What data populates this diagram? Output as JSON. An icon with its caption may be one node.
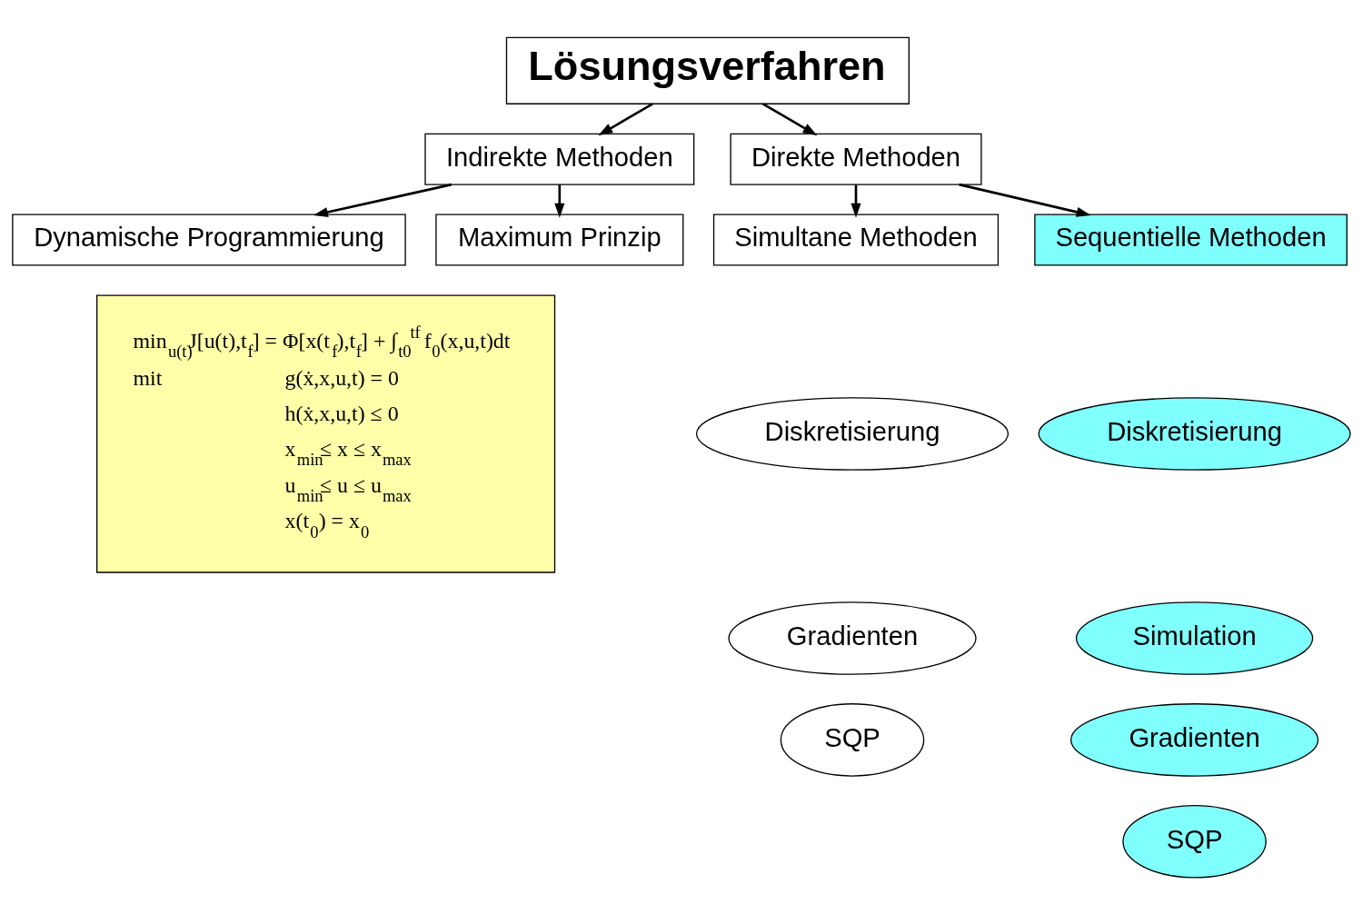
{
  "diagram": {
    "nodes": [
      {
        "text": [
          "Lösungsverfahren"
        ]
      },
      {
        "text": [
          "Indirekte Methoden"
        ]
      },
      {
        "text": [
          "Direkte Methoden"
        ]
      },
      {
        "text": [
          "Dynamische Programmierung"
        ]
      },
      {
        "text": [
          "Maximum Prinzip"
        ]
      },
      {
        "text": [
          "Simultane Methoden"
        ]
      },
      {
        "text": [
          "Sequentielle Methoden"
        ]
      },
      {
        "text": [
          "min$_{u(t)}$J[u(t),t$_{f}$] = Φ[x(t$_{f}$),t$_{f}$] + ∫$_{t0}$$^{tf}$ f$_{0}$(x,u,t)dt",
          "mit",
          "g(ẋ,x,u,t) = 0",
          "h(ẋ,x,u,t) ≤ 0",
          "x$_{min}$≤ x ≤ x$_{max}$",
          "u$_{min}$≤ u ≤ u$_{max}$",
          "x(t$_{0}$) = x$_{0}$"
        ]
      },
      {
        "text": [
          "Diskretisierung"
        ]
      },
      {
        "text": [
          "Gradienten"
        ]
      },
      {
        "text": [
          "SQP"
        ]
      },
      {
        "text": [
          "Diskretisierung"
        ]
      },
      {
        "text": [
          "Simulation"
        ]
      },
      {
        "text": [
          "Gradienten"
        ]
      },
      {
        "text": [
          "SQP"
        ]
      }
    ],
    "edges": [
      {
        "from": 0,
        "to": 1,
        "arrow": "to"
      },
      {
        "from": 0,
        "to": 2,
        "arrow": "to"
      },
      {
        "from": 1,
        "to": 3,
        "arrow": "to"
      },
      {
        "from": 1,
        "to": 4,
        "arrow": "to"
      },
      {
        "from": 2,
        "to": 5,
        "arrow": "to"
      },
      {
        "from": 2,
        "to": 6,
        "arrow": "to"
      }
    ]
  }
}
